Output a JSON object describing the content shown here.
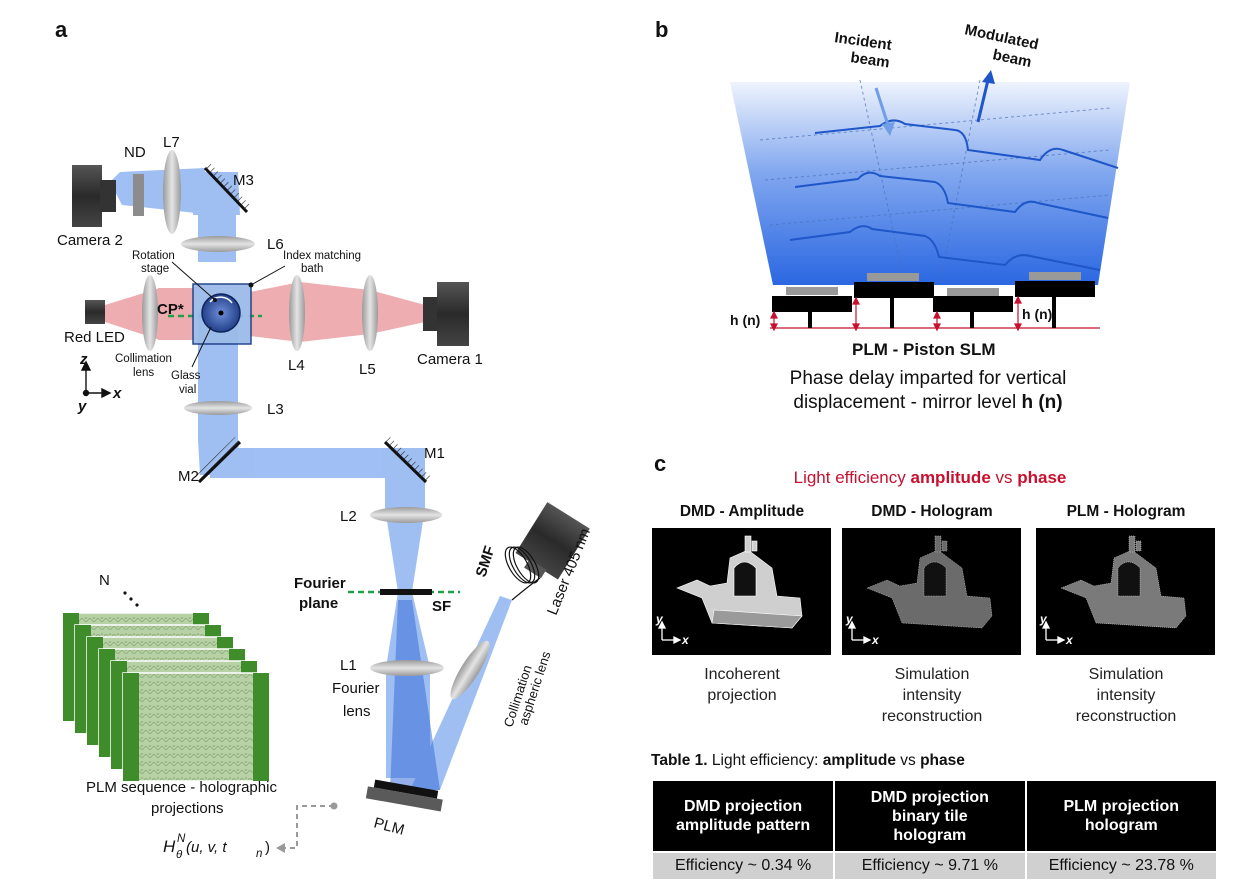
{
  "panel_letters": {
    "a": "a",
    "b": "b",
    "c": "c"
  },
  "panel_a": {
    "camera2": "Camera 2",
    "nd": "ND",
    "l7": "L7",
    "m3": "M3",
    "l6": "L6",
    "rotation_stage_1": "Rotation",
    "rotation_stage_2": "stage",
    "index_bath_1": "Index matching",
    "index_bath_2": "bath",
    "red_led": "Red LED",
    "cp": "CP*",
    "collimation_lens_1": "Collimation",
    "collimation_lens_2": "lens",
    "glass_vial_1": "Glass",
    "glass_vial_2": "vial",
    "l4": "L4",
    "l5": "L5",
    "camera1": "Camera 1",
    "axis_z": "z",
    "axis_x": "x",
    "axis_y": "y",
    "l3": "L3",
    "m2": "M2",
    "m1": "M1",
    "l2": "L2",
    "fourier_plane_1": "Fourier",
    "fourier_plane_2": "plane",
    "sf": "SF",
    "smf": "SMF",
    "laser": "Laser 405 nm",
    "l1": "L1",
    "fourier_lens_1": "Fourier",
    "fourier_lens_2": "lens",
    "collimation_aspheric_1": "Collimation",
    "collimation_aspheric_2": "aspheric lens",
    "plm": "PLM",
    "n_label": "N",
    "sequence_1": "PLM sequence - holographic",
    "sequence_2": "projections",
    "hologram_symbol": "H",
    "hologram_sup": "N",
    "hologram_sub": "θ",
    "hologram_args": " (u, v, t",
    "hologram_n": "n",
    "hologram_close": ")"
  },
  "panel_b": {
    "incident_1": "Incident",
    "incident_2": "beam",
    "modulated_1": "Modulated",
    "modulated_2": "beam",
    "h_left": "h (n)",
    "h_right": "h (n)",
    "device_title": "PLM - Piston SLM",
    "caption_1": "Phase delay imparted for vertical",
    "caption_2": "displacement - mirror level ",
    "caption_bold": "h (n)"
  },
  "panel_c": {
    "title_prefix": "Light efficiency ",
    "title_amp": "amplitude",
    "title_mid": " vs ",
    "title_phase": "phase",
    "images": [
      {
        "heading": "DMD - Amplitude",
        "caption_1": "Incoherent",
        "caption_2": "projection",
        "caption_3": ""
      },
      {
        "heading": "DMD - Hologram",
        "caption_1": "Simulation",
        "caption_2": "intensity",
        "caption_3": "reconstruction"
      },
      {
        "heading": "PLM - Hologram",
        "caption_1": "Simulation",
        "caption_2": "intensity",
        "caption_3": "reconstruction"
      }
    ],
    "axis_y": "y",
    "axis_x": "x",
    "table_title_prefix": "Table 1.",
    "table_title_mid": " Light efficiency: ",
    "table_title_amp": "amplitude",
    "table_title_vs": " vs ",
    "table_title_phase": "phase",
    "table": {
      "headers": [
        [
          "DMD projection",
          "amplitude pattern",
          ""
        ],
        [
          "DMD  projection",
          "binary tile",
          "hologram"
        ],
        [
          "PLM projection",
          "hologram",
          ""
        ]
      ],
      "rows": [
        [
          "Efficiency ~ 0.34 %",
          "Efficiency ~ 9.71 %",
          "Efficiency ~ 23.78 %"
        ]
      ]
    }
  },
  "colors": {
    "blue_beam": "#8fb4f2",
    "red_beam": "#eba4a8",
    "accent_red": "#c8102e",
    "green_frame": "#3f8c2a",
    "wave_blue": "#1f56c8"
  }
}
